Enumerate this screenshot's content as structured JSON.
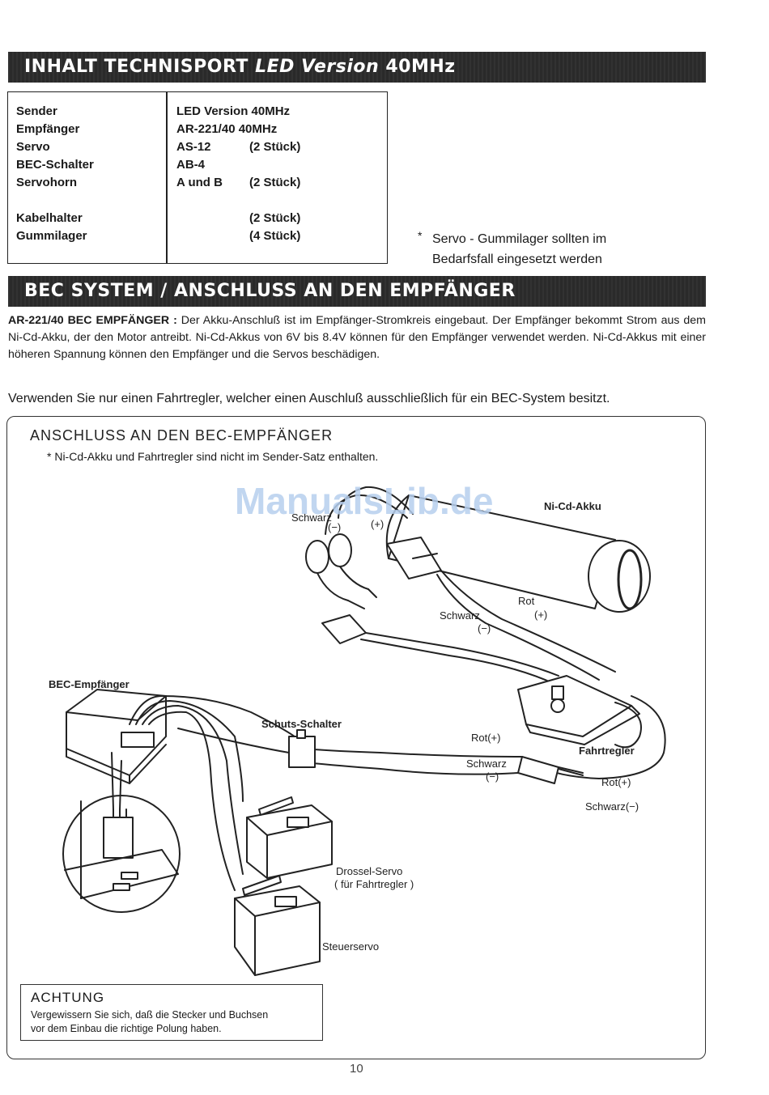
{
  "section1": {
    "title_a": "INHALT TECHNISPORT",
    "title_b": "LED Version",
    "title_c": "40MHz"
  },
  "contents": {
    "rows": [
      {
        "item": "Sender",
        "value": "LED Version  40MHz",
        "qty": ""
      },
      {
        "item": "Empfänger",
        "value": "AR-221/40  40MHz",
        "qty": ""
      },
      {
        "item": "Servo",
        "value": "AS-12",
        "qty": "(2 Stück)"
      },
      {
        "item": "BEC-Schalter",
        "value": "AB-4",
        "qty": ""
      },
      {
        "item": "Servohorn",
        "value": "A und B",
        "qty": "(2 Stück)"
      },
      {
        "item": "",
        "value": "",
        "qty": ""
      },
      {
        "item": "Kabelhalter",
        "value": "",
        "qty": "(2 Stück)"
      },
      {
        "item": "Gummilager",
        "value": "",
        "qty": "(4 Stück)"
      }
    ]
  },
  "note": {
    "star": "*",
    "line1": "Servo - Gummilager  sollten  im",
    "line2": "Bedarfsfall  eingesetzt  werden"
  },
  "section2": {
    "title": "BEC SYSTEM / ANSCHLUSS AN DEN EMPFÄNGER"
  },
  "bec_text": {
    "lead": "AR-221/40 BEC EMPFÄNGER :",
    "body": "Der Akku-Anschluß ist im Empfänger-Stromkreis eingebaut. Der Empfänger bekommt Strom aus dem Ni-Cd-Akku, der den Motor antreibt. Ni-Cd-Akkus von 6V bis 8.4V können für den Empfänger verwendet werden. Ni-Cd-Akkus mit einer höheren Spannung können den Empfänger und die Servos beschädigen.",
    "note": "Verwenden Sie nur einen Fahrtregler, welcher einen Auschluß ausschließlich für ein BEC-System besitzt."
  },
  "diagram": {
    "title": "ANSCHLUSS AN DEN  BEC-EMPFÄNGER",
    "subtitle": "* Ni-Cd-Akku und Fahrtregler sind nicht im Sender-Satz enthalten.",
    "labels": {
      "battery": "Ni-Cd-Akku",
      "schwarz_top": "Schwarz",
      "minus_top": "(−)",
      "plus_top": "(+)",
      "rot_mid": "Rot",
      "plus_mid": "(+)",
      "schwarz_mid": "Schwarz",
      "minus_mid": "(−)",
      "receiver": "BEC-Empfänger",
      "switch": "Schuts-Schalter",
      "rot_right": "Rot(+)",
      "schwarz_right": "Schwarz",
      "minus_right": "(−)",
      "esc": "Fahrtregler",
      "rot_plug": "Rot(+)",
      "schwarz_plug": "Schwarz(−)",
      "throttle_servo": "Drossel-Servo",
      "throttle_servo_sub": "( für Fahrtregler )",
      "steering_servo": "Steuerservo"
    }
  },
  "watermark": "ManualsLib.de",
  "warning": {
    "title": "ACHTUNG",
    "line1": "Vergewissern Sie sich, daß die Stecker und Buchsen",
    "line2": "vor dem Einbau die richtige Polung haben."
  },
  "page_number": "10"
}
